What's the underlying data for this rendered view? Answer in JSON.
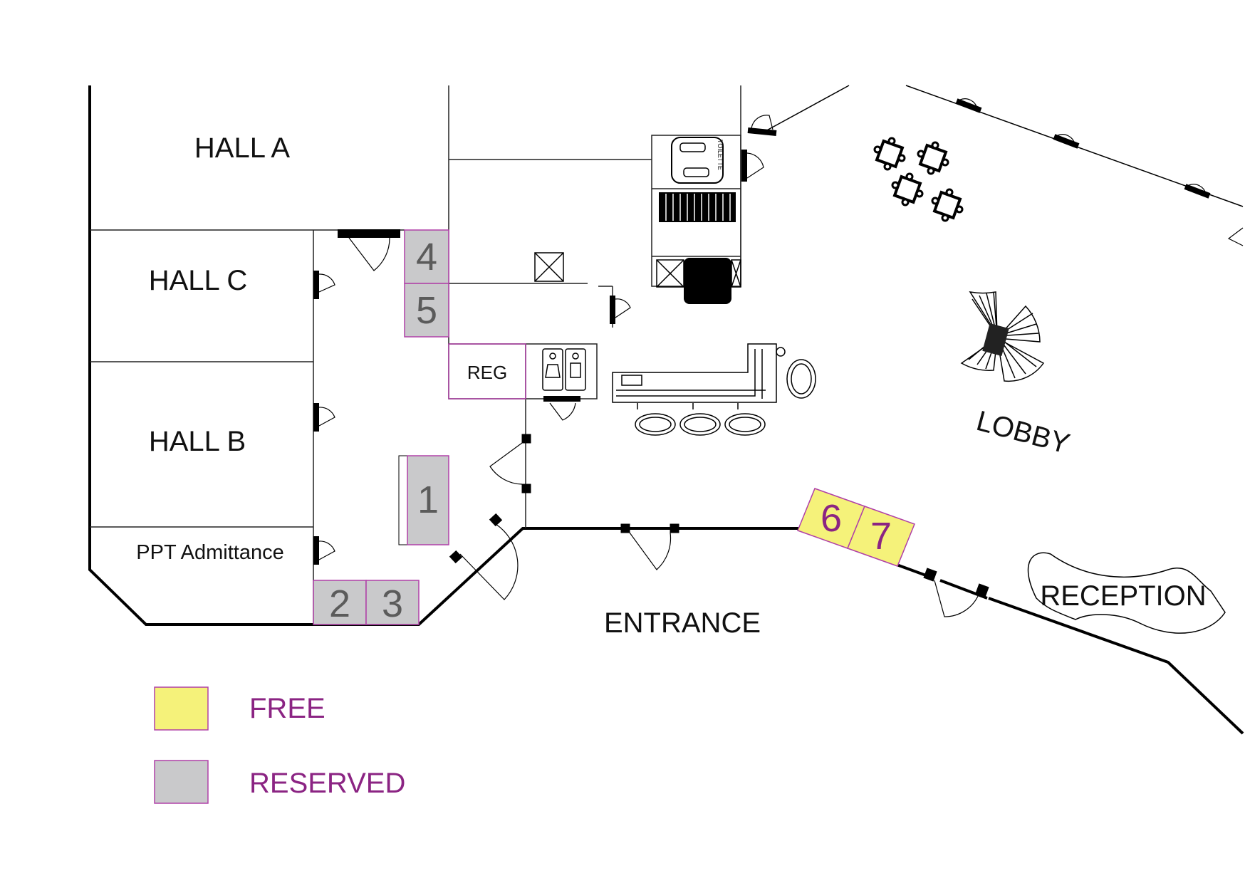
{
  "rooms": {
    "hall_a": "HALL A",
    "hall_c": "HALL C",
    "hall_b": "HALL B",
    "ppt": "PPT Admittance",
    "reg": "REG",
    "lobby": "LOBBY",
    "entrance": "ENTRANCE",
    "reception": "RECEPTION",
    "toilette": "TOILETTE"
  },
  "booths": [
    {
      "id": "1",
      "status": "reserved"
    },
    {
      "id": "2",
      "status": "reserved"
    },
    {
      "id": "3",
      "status": "reserved"
    },
    {
      "id": "4",
      "status": "reserved"
    },
    {
      "id": "5",
      "status": "reserved"
    },
    {
      "id": "6",
      "status": "free"
    },
    {
      "id": "7",
      "status": "free"
    }
  ],
  "legend": {
    "free": "FREE",
    "reserved": "RESERVED"
  },
  "colors": {
    "free_fill": "#f5f27a",
    "reserved_fill": "#c9c9cb",
    "booth_border": "#b040a8",
    "reserved_text": "#5b5b5b",
    "free_text": "#8b2483",
    "legend_text": "#8b2483",
    "wall": "#000000"
  }
}
